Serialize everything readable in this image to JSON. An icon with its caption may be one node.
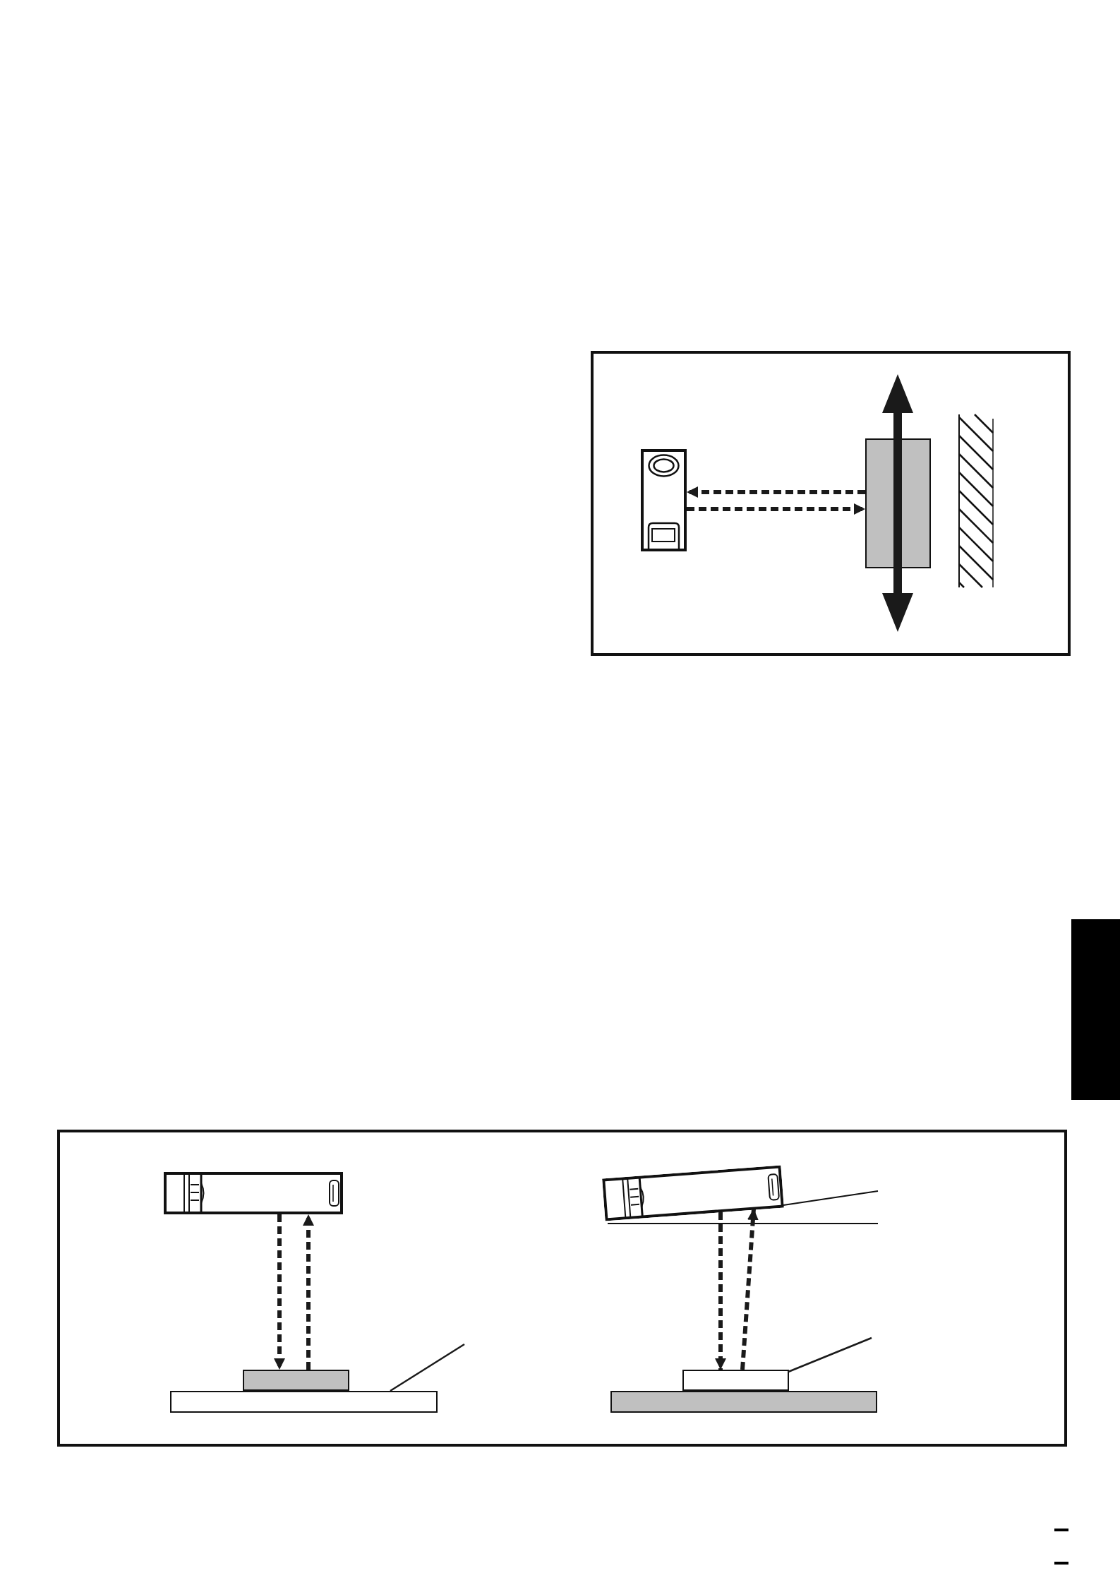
{
  "diagram": {
    "nodes": [
      {
        "text": [],
        "shape": "box"
      },
      {
        "text": [],
        "shape": "picture",
        "in": 0
      },
      {
        "text": [],
        "shape": "box",
        "in": 0
      },
      {
        "text": [],
        "shape": "bar"
      },
      {
        "text": [],
        "shape": "box"
      },
      {
        "text": [],
        "shape": "picture",
        "in": 4
      },
      {
        "text": [],
        "shape": "box",
        "in": 4
      },
      {
        "text": [],
        "shape": "box",
        "in": 4
      },
      {
        "text": [],
        "shape": "picture",
        "in": 4
      },
      {
        "text": [],
        "shape": "box",
        "in": 4
      },
      {
        "text": [],
        "shape": "box",
        "in": 4
      }
    ],
    "edges": [
      {
        "from": 2,
        "to": 1,
        "arrow": "to",
        "style": "dashed"
      },
      {
        "from": 1,
        "to": 2,
        "arrow": "to",
        "style": "dashed"
      },
      {
        "from": 5,
        "to": 6,
        "arrow": "to",
        "style": "dashed"
      },
      {
        "from": 6,
        "to": 5,
        "arrow": "to",
        "style": "dashed"
      },
      {
        "from": 8,
        "to": 9,
        "arrow": "to",
        "style": "dashed"
      },
      {
        "from": 9,
        "to": 8,
        "arrow": "to",
        "style": "dashed"
      },
      {
        "from": null,
        "to": 7,
        "arrow": "none"
      },
      {
        "from": null,
        "to": 9,
        "arrow": "none"
      }
    ]
  }
}
